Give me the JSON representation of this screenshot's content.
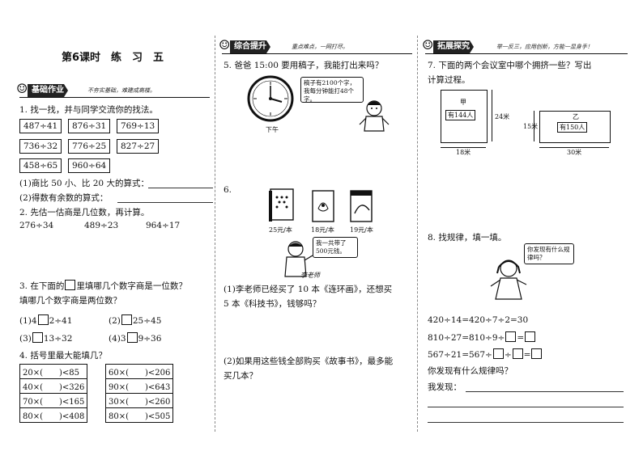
{
  "title": "第6课时　练　习　五",
  "sections": {
    "basic": {
      "tag": "基础作业",
      "motto": "不夯实基础，难建成高楼。"
    },
    "comprehensive": {
      "tag": "综合提升",
      "motto": "重点难点，一网打尽。"
    },
    "explore": {
      "tag": "拓展探究",
      "motto": "举一反三，应用创新，方能一显身手！"
    }
  },
  "q1": {
    "text": "1. 找一找，并与同学交流你的找法。",
    "items": [
      "487÷41",
      "876÷31",
      "769÷13",
      "736÷32",
      "776÷25",
      "827÷27",
      "458÷65",
      "960÷64"
    ],
    "sub1": "(1)商比 50 小、比 20 大的算式：",
    "sub2": "(2)得数有余数的算式："
  },
  "q2": {
    "text": "2. 先估一估商是几位数，再计算。",
    "items": [
      "276÷34",
      "489÷23",
      "964÷17"
    ]
  },
  "q3": {
    "line1a": "3. 在下面的",
    "line1b": "里填哪几个数字商是一位数？",
    "line2": "填哪几个数字商是两位数？",
    "items": [
      {
        "label": "(1)4",
        "rest": "2÷41"
      },
      {
        "label": "(2)",
        "rest": "25÷45"
      },
      {
        "label": "(3)",
        "rest": "13÷32"
      },
      {
        "label": "(4)3",
        "rest": "9÷36"
      }
    ]
  },
  "q4": {
    "text": "4. 括号里最大能填几？",
    "left": [
      [
        "20×(　　)",
        "<85"
      ],
      [
        "40×(　　)",
        "<326"
      ],
      [
        "70×(　　)",
        "<165"
      ],
      [
        "80×(　　)",
        "<408"
      ]
    ],
    "right": [
      [
        "60×(　　)",
        "<206"
      ],
      [
        "90×(　　)",
        "<643"
      ],
      [
        "30×(　　)",
        "<260"
      ],
      [
        "80×(　　)",
        "<505"
      ]
    ]
  },
  "q5": {
    "text": "5. 爸爸 15:00 要用稿子，我能打出来吗？",
    "bubble": "稿子有2100个字，我每分钟能打48个字。",
    "caption": "下午"
  },
  "q6": {
    "label": "6.",
    "books": [
      {
        "price": "25元/本"
      },
      {
        "price": "18元/本"
      },
      {
        "price": "19元/本"
      }
    ],
    "bubble": "我一共带了500元钱。",
    "teacher": "李老师",
    "sub1a": "(1)李老师已经买了 10 本《连环画》，还想买",
    "sub1b": "5 本《科技书》，钱够吗？",
    "sub2a": "(2)如果用这些钱全部购买《故事书》，最多能",
    "sub2b": "买几本？"
  },
  "q7": {
    "line1": "7. 下面的两个会议室中哪个拥挤一些？写出",
    "line2": "计算过程。",
    "roomA": {
      "name": "甲",
      "people": "有144人",
      "height": "24米",
      "width": "18米"
    },
    "roomB": {
      "name": "乙",
      "people": "有150人",
      "height": "15米",
      "width": "30米"
    }
  },
  "q8": {
    "text": "8. 找规律，填一填。",
    "bubble": "你发现有什么规律吗？",
    "eq1": "420÷14=420÷7÷2=30",
    "eq2a": "810÷27=810÷9÷",
    "eq3a": "567÷21=567÷",
    "ask": "你发现有什么规律吗？",
    "find": "我发现："
  }
}
